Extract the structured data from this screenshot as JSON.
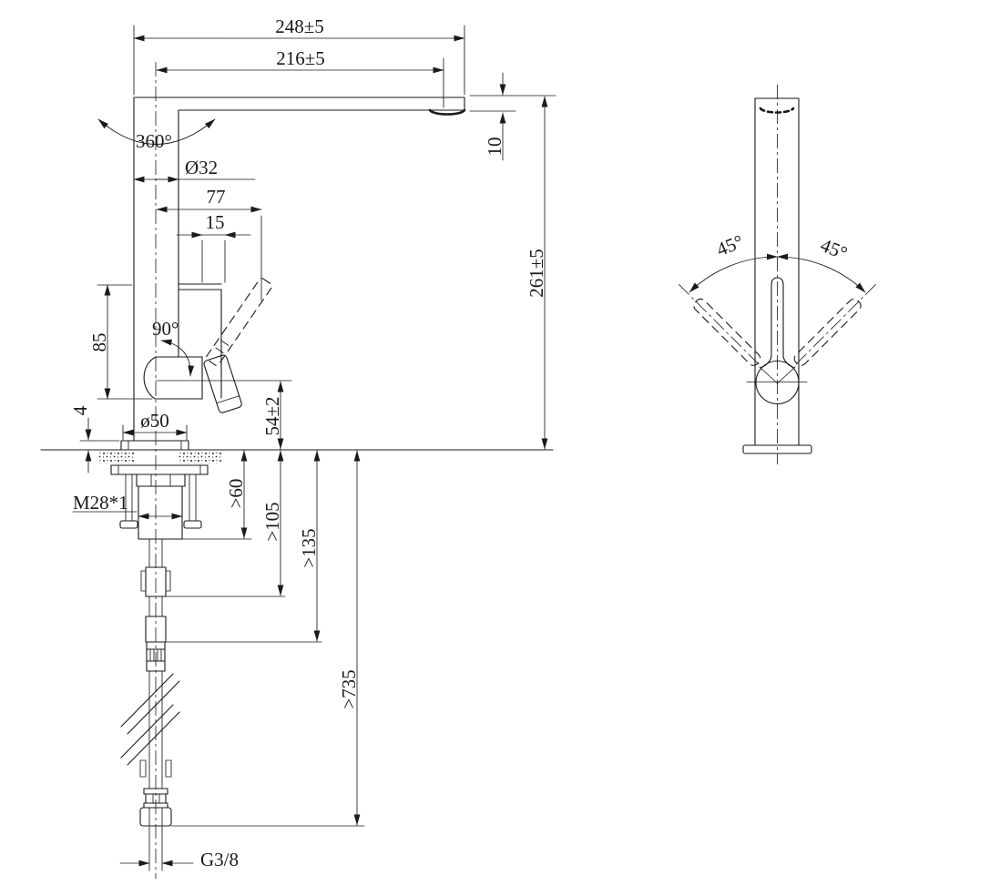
{
  "drawing_title": "kitchen-faucet-installation-drawing",
  "views": {
    "front": "front-view",
    "side": "side-view"
  },
  "dims": {
    "spout_total": "248±5",
    "spout_reach": "216±5",
    "spout_thickness": "10",
    "swivel": "360°",
    "body_dia": "Ø32",
    "handle_reach": "77",
    "handle_width": "15",
    "handle_zone": "85",
    "handle_angle": "90°",
    "outlet_height": "54±2",
    "plate_height": "4",
    "base_dia": "ø50",
    "thread": "M28*1",
    "min_60": ">60",
    "min_105": ">105",
    "min_135": ">135",
    "height_total": "261±5",
    "hose_min": ">735",
    "hose_thread": "G3/8",
    "swing_left": "45°",
    "swing_right": "45°"
  }
}
